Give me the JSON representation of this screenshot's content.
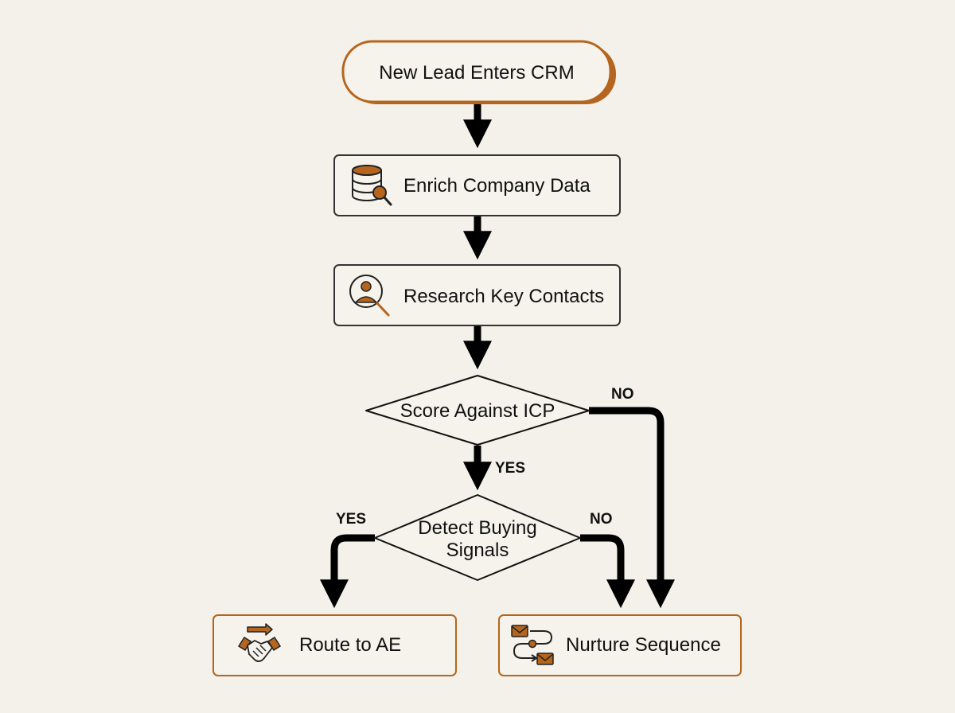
{
  "colors": {
    "background": "#f3f1ea",
    "node_fill": "#f5f3ec",
    "accent": "#b5651d",
    "neutral_stroke": "#333333",
    "arrow": "#000000"
  },
  "nodes": {
    "start": {
      "label": "New Lead Enters CRM"
    },
    "enrich": {
      "label": "Enrich Company Data",
      "icon": "database-search-icon"
    },
    "research": {
      "label": "Research Key Contacts",
      "icon": "person-search-icon"
    },
    "score": {
      "label": "Score Against ICP"
    },
    "detect": {
      "label_line1": "Detect Buying",
      "label_line2": "Signals"
    },
    "route": {
      "label": "Route to AE",
      "icon": "handshake-icon"
    },
    "nurture": {
      "label": "Nurture Sequence",
      "icon": "email-sequence-icon"
    }
  },
  "edges": {
    "score_yes": "YES",
    "score_no": "NO",
    "detect_yes": "YES",
    "detect_no": "NO"
  }
}
